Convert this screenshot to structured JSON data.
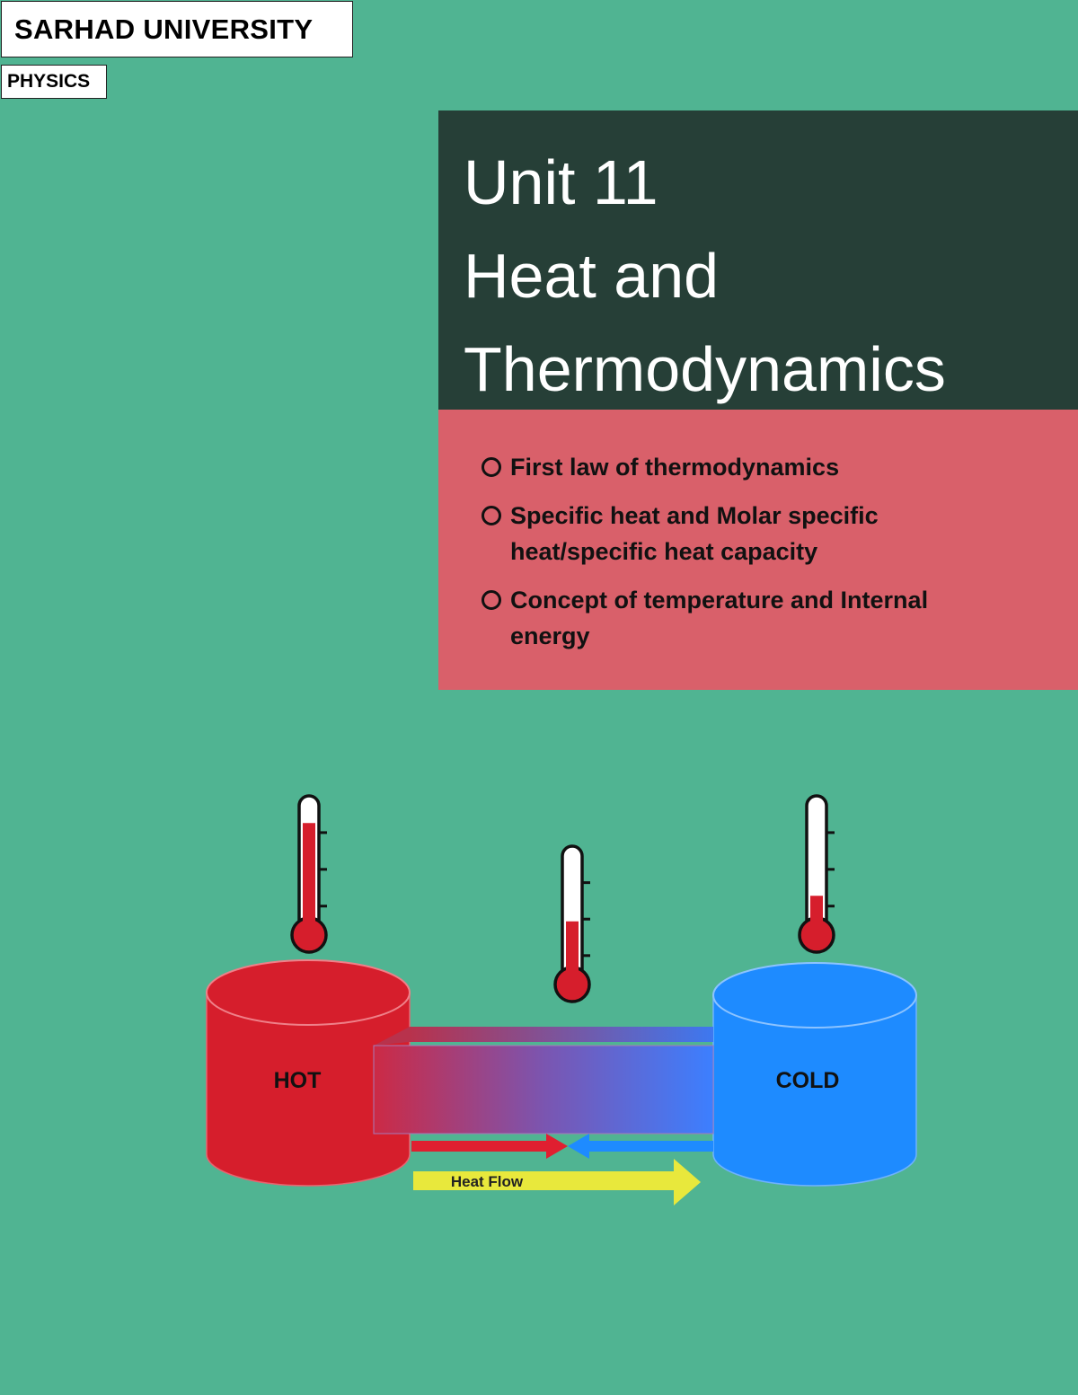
{
  "header": {
    "institution": "SARHAD UNIVERSITY",
    "subject": "PHYSICS"
  },
  "title": {
    "unit": "Unit 11",
    "line1": "Heat and",
    "line2": "Thermodynamics"
  },
  "topics": [
    {
      "line1": "First law of thermodynamics",
      "line2": ""
    },
    {
      "line1": "Specific heat and Molar specific",
      "line2": "heat/specific heat capacity"
    },
    {
      "line1": "Concept of temperature and Internal",
      "line2": "energy"
    }
  ],
  "diagram": {
    "hot_label": "HOT",
    "cold_label": "COLD",
    "flow_label": "Heat Flow",
    "thermometer_levels": {
      "hot": 0.85,
      "middle": 0.45,
      "cold": 0.25
    },
    "icons": [
      "thermometer-icon",
      "hot-reservoir",
      "cold-reservoir",
      "heat-flow-arrow"
    ],
    "colors": {
      "hot": "#d61e2c",
      "cold": "#1e8bff",
      "flow_arrow": "#e8e83c",
      "background": "#50b492"
    }
  }
}
